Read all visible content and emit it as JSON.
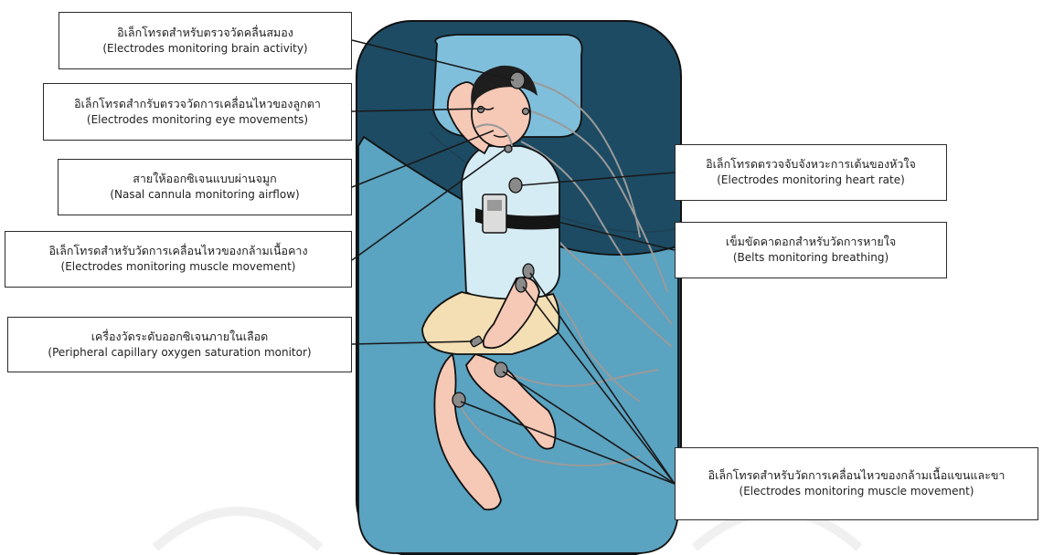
{
  "labels": {
    "brain": {
      "th": "อิเล็กโทรดสำหรับตรวจวัดคลื่นสมอง",
      "en": "(Electrodes monitoring brain activity)"
    },
    "eye": {
      "th": "อิเล็กโทรดสำกรับตรวจวัดการเคลื่อนไหวของลูกตา",
      "en": "(Electrodes monitoring eye movements)"
    },
    "nasal": {
      "th": "สายให้ออกซิเจนแบบผ่านจมูก",
      "en": "(Nasal cannula monitoring airflow)"
    },
    "chin": {
      "th": "อิเล็กโทรดสำหรับวัดการเคลื่อนไหวของกล้ามเนื้อคาง",
      "en": "(Electrodes monitoring muscle movement)"
    },
    "oxygen": {
      "th": "เครื่องวัดระดับออกซิเจนภายในเลือด",
      "en": "(Peripheral capillary oxygen saturation monitor)"
    },
    "heart": {
      "th": "อิเล็กโทรดตรวจจับจังหวะการเต้นของหัวใจ",
      "en": "(Electrodes monitoring heart rate)"
    },
    "belt": {
      "th": "เข็มขัดคาดอกสำหรับวัดการหายใจ",
      "en": "(Belts monitoring breathing)"
    },
    "limbs": {
      "th": "อิเล็กโทรดสำหรับวัดการเคลื่อนไหวของกล้ามเนื้อแขนและขา",
      "en": "(Electrodes monitoring muscle movement)"
    }
  },
  "colors": {
    "mattress_dark": "#1d4b63",
    "blanket": "#5aa3c1",
    "pillow": "#7fbfdb",
    "shirt": "#d6ecf5",
    "shorts": "#f4dfb5",
    "skin": "#f6c8b6",
    "hair": "#1e1e1e",
    "belt": "#151515",
    "electrode": "#8a8a8a",
    "wire": "#9a9a9a",
    "leader": "#1a1a1a"
  }
}
